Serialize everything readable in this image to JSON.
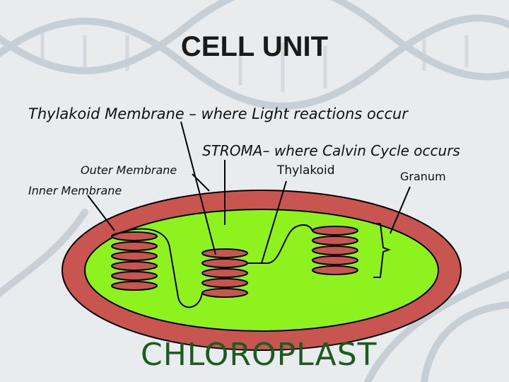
{
  "title": "CELL UNIT",
  "labels": {
    "thylakoid_membrane": "Thylakoid Membrane – where Light reactions occur",
    "stroma": "STROMA– where Calvin Cycle occurs",
    "outer_membrane": "Outer Membrane",
    "inner_membrane": "Inner Membrane",
    "thylakoid": "Thylakoid",
    "granum": "Granum",
    "caption": "CHLOROPLAST"
  },
  "colors": {
    "outer_membrane": "#c8554f",
    "stroma": "#8df21d",
    "thylakoid": "#c8554f",
    "caption": "#1e5c1e",
    "background": "#e9ecef"
  }
}
